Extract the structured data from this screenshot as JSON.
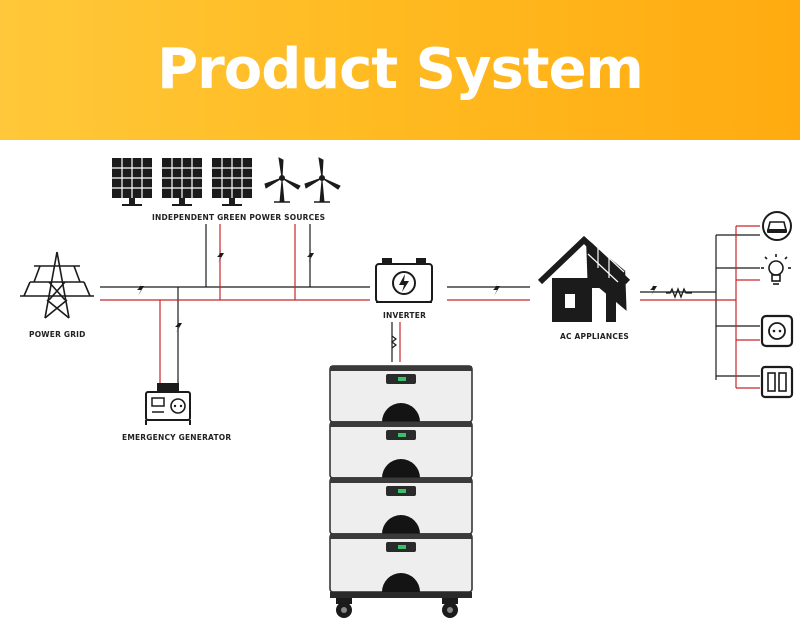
{
  "header": {
    "title": "Product System Application"
  },
  "labels": {
    "green_sources": "INDEPENDENT GREEN POWER SOURCES",
    "power_grid": "POWER GRID",
    "inverter": "INVERTER",
    "ac_appliances": "AC APPLIANCES",
    "emergency_generator": "EMERGENCY GENERATOR"
  },
  "icons": {
    "sources": [
      "solar-panel-icon",
      "solar-panel-icon",
      "solar-panel-icon",
      "wind-turbine-icon",
      "wind-turbine-icon"
    ],
    "appliances": [
      "car-icon",
      "light-bulb-icon",
      "power-socket-icon",
      "switch-icon"
    ],
    "battery_modules": 4
  },
  "colors": {
    "banner_start": "#ffc83a",
    "banner_end": "#ffab10",
    "line_dark": "#1a1a1a",
    "line_red": "#c8262b"
  }
}
